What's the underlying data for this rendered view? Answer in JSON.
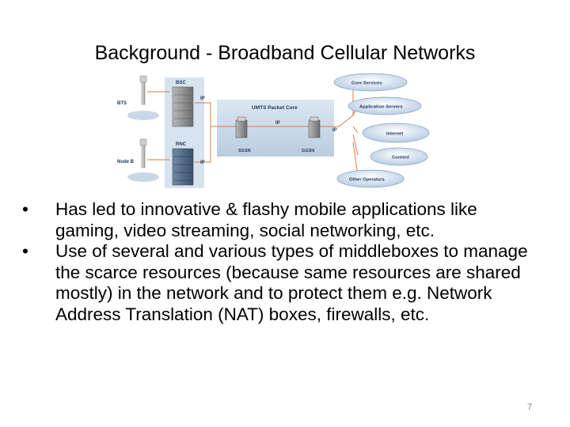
{
  "slide": {
    "title": "Background - Broadband Cellular Networks",
    "page_number": "7"
  },
  "diagram": {
    "core_label": "UMTS Packet Core",
    "left_nodes": [
      {
        "site": "BTS",
        "controller": "BSC",
        "link": "IP"
      },
      {
        "site": "Node B",
        "controller": "RNC",
        "link": "IP"
      }
    ],
    "core_nodes": {
      "sgsn": "SGSN",
      "ggsn": "GGSN",
      "ip_inner": "IP",
      "ip_outer": "IP"
    },
    "clouds": [
      "Core Services",
      "Application Servers",
      "Internet",
      "Content",
      "Other Operators"
    ]
  },
  "bullets": [
    "Has led to innovative & flashy mobile applications like gaming, video streaming, social networking, etc.",
    "Use of several and various types of middleboxes to manage the scarce resources (because same resources are shared mostly) in the network and to protect them e.g. Network Address Translation (NAT) boxes, firewalls, etc."
  ],
  "bullet_marker": "•"
}
